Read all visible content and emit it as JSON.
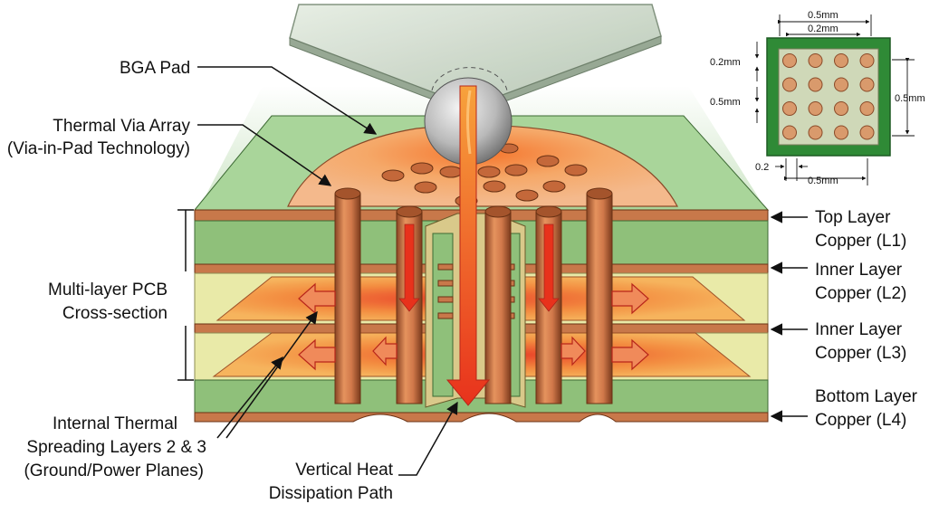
{
  "labels": {
    "bga_pad": "BGA Pad",
    "thermal_via_line1": "Thermal Via Array",
    "thermal_via_line2": "(Via-in-Pad Technology)",
    "multilayer_line1": "Multi-layer PCB",
    "multilayer_line2": "Cross-section",
    "internal_line1": "Internal Thermal",
    "internal_line2": "Spreading Layers 2 & 3",
    "internal_line3": "(Ground/Power Planes)",
    "vertical_line1": "Vertical Heat",
    "vertical_line2": "Dissipation Path",
    "top_layer_line1": "Top Layer",
    "top_layer_line2": "Copper (L1)",
    "inner2_line1": "Inner Layer",
    "inner2_line2": "Copper (L2)",
    "inner3_line1": "Inner Layer",
    "inner3_line2": "Copper (L3)",
    "bottom_line1": "Bottom Layer",
    "bottom_line2": "Copper (L4)"
  },
  "inset": {
    "dim_top_outer": "0.5mm",
    "dim_top_inner": "0.2mm",
    "dim_left_top": "0.2mm",
    "dim_left_mid": "0.5mm",
    "dim_right": "0.5mm",
    "dim_bottom_small": "0.2",
    "dim_bottom": "0.5mm",
    "grid_rows": 4,
    "grid_cols": 4
  },
  "colors": {
    "copper": "#c8784a",
    "copper_dark": "#8a4a28",
    "pcb_green": "#8fc07a",
    "prepreg_yellow": "#e9eaa8",
    "heat_red": "#e8321c",
    "heat_orange": "#f39a3c",
    "solder_mask": "#2f8a36"
  }
}
